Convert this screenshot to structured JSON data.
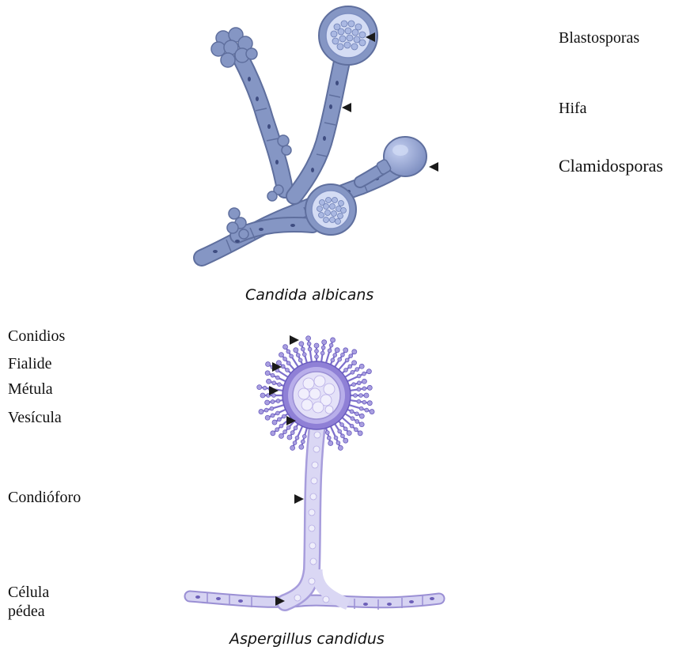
{
  "candida": {
    "title": "Candida albicans",
    "labels": {
      "blastosporas": "Blastosporas",
      "hifa": "Hifa",
      "clamidosporas": "Clamidosporas"
    }
  },
  "aspergillus": {
    "title": "Aspergillus candidus",
    "labels": {
      "conidios": "Conidios",
      "fialide": "Fialide",
      "metula": "Métula",
      "vesicula": "Vesícula",
      "condioforo": "Condióforo",
      "celula_line1": "Célula",
      "celula_line2": "pédea"
    }
  },
  "colors": {
    "candida_fill": "#8596c4",
    "candida_stroke": "#5f6f9e",
    "aspergillus_fill": "#cfd0f0",
    "aspergillus_dark": "#8e83d0",
    "arrow": "#1a1a1a"
  }
}
